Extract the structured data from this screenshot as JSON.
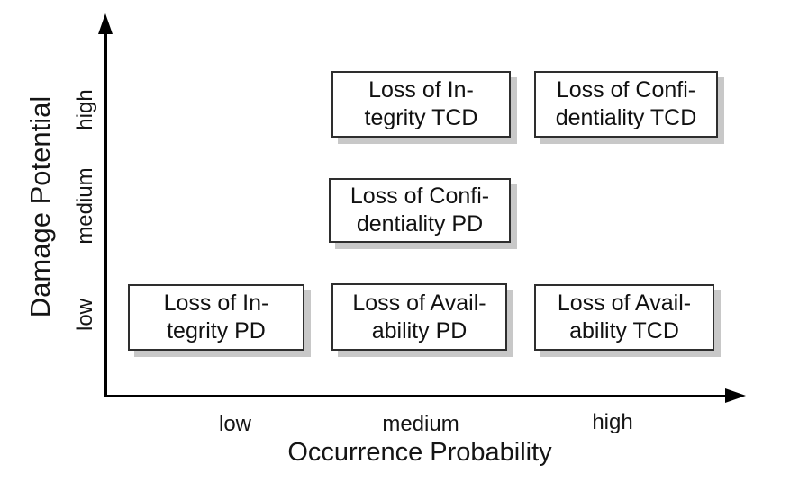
{
  "chart_data": {
    "type": "scatter",
    "title": "",
    "xlabel": "Occurrence Probability",
    "ylabel": "Damage Potential",
    "x_ticks": [
      "low",
      "medium",
      "high"
    ],
    "y_ticks": [
      "low",
      "medium",
      "high"
    ],
    "grid": false,
    "legend": false,
    "points": [
      {
        "x": "medium",
        "y": "high",
        "label": "Loss of Integrity TCD",
        "lines": [
          "Loss of In-",
          "tegrity TCD"
        ]
      },
      {
        "x": "high",
        "y": "high",
        "label": "Loss of Confidentiality TCD",
        "lines": [
          "Loss of Confi-",
          "dentiality TCD"
        ]
      },
      {
        "x": "medium",
        "y": "medium",
        "label": "Loss of Confidentiality PD",
        "lines": [
          "Loss of Confi-",
          "dentiality PD"
        ]
      },
      {
        "x": "low",
        "y": "low",
        "label": "Loss of Integrity PD",
        "lines": [
          "Loss of In-",
          "tegrity PD"
        ]
      },
      {
        "x": "medium",
        "y": "low",
        "label": "Loss of Availability PD",
        "lines": [
          "Loss of Avail-",
          "ability PD"
        ]
      },
      {
        "x": "high",
        "y": "low",
        "label": "Loss of Availability TCD",
        "lines": [
          "Loss of Avail-",
          "ability TCD"
        ]
      }
    ],
    "colors": {
      "background": "#ffffff",
      "axis": "#000000",
      "text": "#151515",
      "box_border": "#2e2e2e",
      "box_fill": "#ffffff",
      "box_shadow": "#c8c8c8"
    }
  }
}
